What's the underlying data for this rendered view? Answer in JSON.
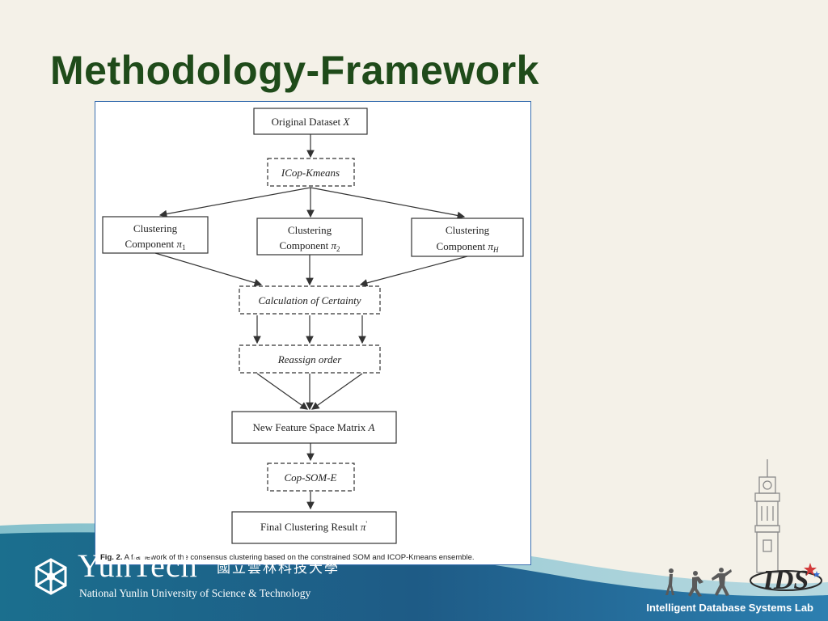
{
  "slide": {
    "title": "Methodology-Framework",
    "lab_label": "Intelligent Database Systems Lab"
  },
  "figure": {
    "caption_prefix": "Fig. 2.",
    "caption_text": " A framework of the consensus clustering based on the constrained SOM and ICOP-Kmeans ensemble.",
    "nodes": {
      "original_dataset": {
        "text": "Original Dataset ",
        "var": "X"
      },
      "icop_kmeans": "ICop-Kmeans",
      "component_1": {
        "line1": "Clustering",
        "line2": "Component ",
        "sym": "π",
        "sub": "1"
      },
      "component_2": {
        "line1": "Clustering",
        "line2": "Component ",
        "sym": "π",
        "sub": "2"
      },
      "component_h": {
        "line1": "Clustering",
        "line2": "Component ",
        "sym": "π",
        "sub": "H"
      },
      "calc_certainty": "Calculation of Certainty",
      "reassign_order": "Reassign order",
      "feature_matrix": {
        "text": "New Feature Space Matrix ",
        "var": "A"
      },
      "cop_som_e": "Cop-SOM-E",
      "final_result": {
        "text": "Final Clustering Result ",
        "sym": "π",
        "prime": "'"
      }
    }
  },
  "branding": {
    "university_name": "YunTech",
    "university_cjk": "國立雲林科技大學",
    "university_full": "National Yunlin University of Science & Technology",
    "lab_logo": "IDS"
  },
  "colors": {
    "title": "#1f4b1a",
    "background": "#f4f1e8",
    "band_dark": "#1d5f86",
    "band_light": "#2f8fb3",
    "frame_border": "#3a6fb0"
  }
}
